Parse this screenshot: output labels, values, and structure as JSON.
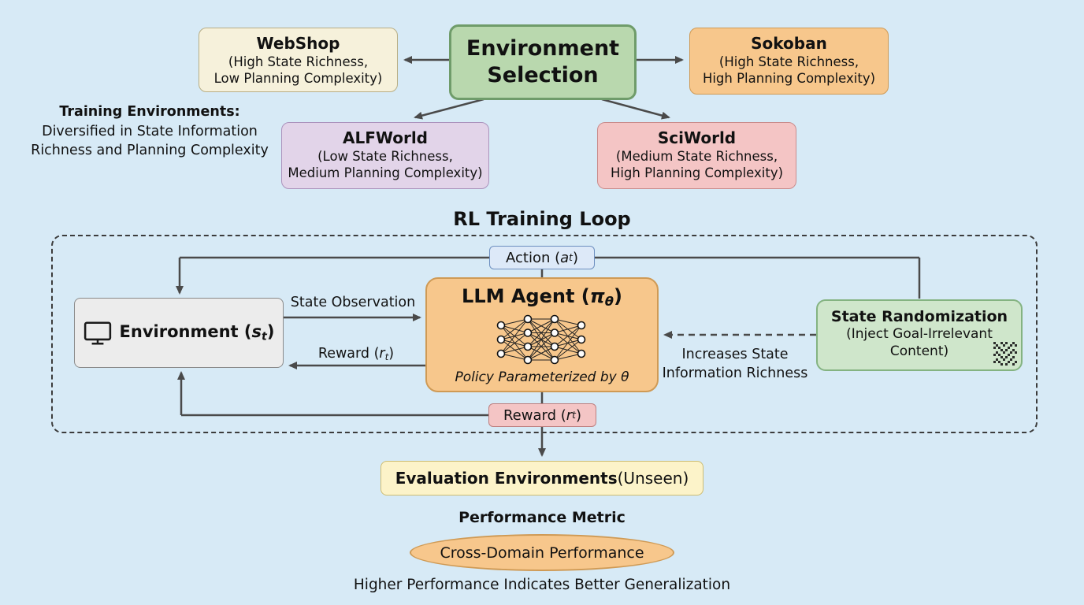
{
  "colors": {
    "background": "#d7eaf6",
    "env_selection_fill": "#b9d8ae",
    "env_selection_border": "#6f9c6a",
    "webshop_fill": "#f6f1db",
    "sokoban_fill": "#f7c78c",
    "alfworld_fill": "#e2d4e9",
    "sciworld_fill": "#f4c5c5",
    "action_fill": "#dde9f8",
    "environment_fill": "#ececec",
    "llm_agent_fill": "#f7c78c",
    "state_randomization_fill": "#cfe6cb",
    "reward_fill": "#f4c5c5",
    "evaluation_fill": "#fcf3c9",
    "ellipse_fill": "#f7c78c",
    "arrow": "#4a4a4a"
  },
  "top": {
    "env_selection": {
      "line1": "Environment",
      "line2": "Selection"
    },
    "webshop": {
      "title": "WebShop",
      "line1": "(High State Richness,",
      "line2": "Low Planning Complexity)"
    },
    "sokoban": {
      "title": "Sokoban",
      "line1": "(High State Richness,",
      "line2": "High Planning Complexity)"
    },
    "alfworld": {
      "title": "ALFWorld",
      "line1": "(Low State Richness,",
      "line2": "Medium Planning Complexity)"
    },
    "sciworld": {
      "title": "SciWorld",
      "line1": "(Medium State Richness,",
      "line2": "High Planning Complexity)"
    },
    "training_note": {
      "title": "Training Environments:",
      "line1": "Diversified in State Information",
      "line2": "Richness and Planning Complexity"
    }
  },
  "loop": {
    "title": "RL Training Loop",
    "action": {
      "prefix": "Action (",
      "var": "a",
      "sub": "t",
      "suffix": ")"
    },
    "environment": {
      "prefix": "Environment (",
      "var": "s",
      "sub": "t",
      "suffix": ")",
      "icon": "monitor-icon"
    },
    "state_observation": "State Observation",
    "reward_label": {
      "prefix": "Reward (",
      "var": "r",
      "sub": "t",
      "suffix": ")"
    },
    "llm_agent": {
      "prefix": "LLM Agent (",
      "var": "π",
      "sub": "θ",
      "suffix": ")",
      "footer": "Policy Parameterized by θ",
      "icon": "neural-network-icon"
    },
    "state_randomization": {
      "title": "State Randomization",
      "line1": "(Inject Goal-Irrelevant",
      "line2": "Content)",
      "icon": "qr-code-icon"
    },
    "increases": {
      "line1": "Increases State",
      "line2": "Information Richness"
    },
    "reward_box": {
      "prefix": "Reward (",
      "var": "r",
      "sub": "t",
      "suffix": ")"
    }
  },
  "bottom": {
    "evaluation": {
      "bold": "Evaluation Environments",
      "rest": " (Unseen)"
    },
    "performance_metric": "Performance Metric",
    "ellipse": "Cross-Domain Performance",
    "caption": "Higher Performance Indicates Better Generalization"
  }
}
